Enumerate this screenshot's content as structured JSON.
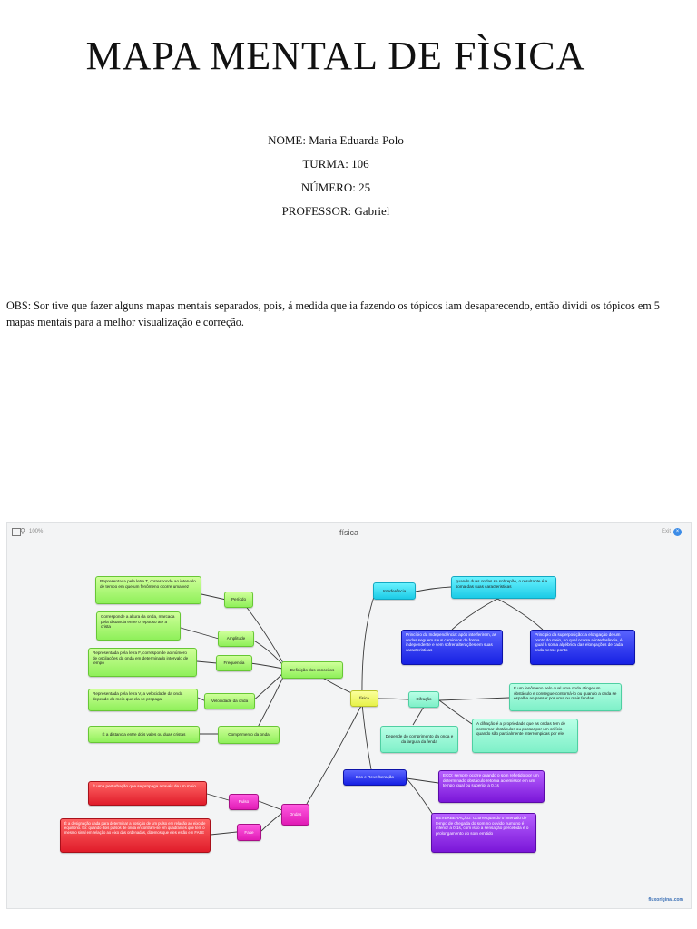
{
  "document": {
    "title": "MAPA MENTAL DE FÌSICA",
    "nome": "NOME: Maria Eduarda Polo",
    "turma": "TURMA: 106",
    "numero": "NÚMERO: 25",
    "professor": "PROFESSOR: Gabriel",
    "obs": "OBS: Sor tive que fazer alguns mapas mentais separados, pois, á medida que ia fazendo os tópicos iam desaparecendo, então dividi os tópicos em 5 mapas mentais para a melhor visualização e correção."
  },
  "mindmap": {
    "window_title": "física",
    "zoom": "100%",
    "exit_label": "Exit",
    "credit": "fluxoriginal.com",
    "nodes": {
      "center": "física",
      "definicao": "Definição dos conceitos",
      "periodo": "Período",
      "periodo_desc": "Representada pela letra T, corresponde ao intervalo de tempo em que um fenômeno ocorre uma vez",
      "amplitude": "Amplitude",
      "amplitude_desc": "Corresponde a altura da onda, marcada pela distancia entre o repouso ate a crista",
      "frequencia": "Frequencia",
      "frequencia_desc": "Representada pela letra F, corresponde ao número de oscilações da onda em determinado intervalo de tempo",
      "velocidade": "Velocidade da onda",
      "velocidade_desc": "Representada pela letra V, a velocidade da onda depende do meio que ela se propaga",
      "comprimento": "Comprimento da onda",
      "comprimento_desc": "É a distancia entre dois vales ou duas cristas",
      "interferencia": "Interferência",
      "interferencia_desc": "quando duas ondas se sobrepõe, o resultante é a soma das suas caracteristicas",
      "independencia": "Princípio da Independência: após interferirem, as ondas seguem seus caminhos de forma independente e sem sofrer alterações em suas caracteristicas",
      "superposicao": "Princípio da superposição: a elongação de um ponto do meio, no qual ocorre a interferência, é igual à soma algébrica das elongações de cada onda nesse ponto",
      "difracao": "Difração",
      "difracao_desc1": "É um fenômeno pelo qual uma onda atinge um obstáculo e consegue contorná-lo ou quando a onda se espalha ao passar por uma ou mais fendas",
      "difracao_desc2": "A difração é a propriedade que as ondas têm de contornar obstáculos ou passar por um orifício quando são parcialmente interrompidas por ele.",
      "difracao_dep": "Depende do comprimento da onda e da largura da fenda",
      "eco": "Eco e Reverberação",
      "eco_desc": "ECO: sempre ocorre quando o som refletido por um determinado obstáculo retorna ao emissor em um tempo igual ou superior a 0,1s",
      "reverb_desc": "REVERBERAÇÃO: Ocorre quando o intervalo de tempo de chegada do som no ouvido humano é inferior a 0,1s, com isso a sensação percebida é o prolongamento do som emitido",
      "ondas": "Ondas",
      "pulso": "Pulso",
      "pulso_desc": "É uma perturbação que se propaga através de um meio",
      "fase": "Fase",
      "fase_desc": "É a designação dada para determinar a posição de um pulso em relação ao eixo de equilíbrio. Ex: quando dois pulsos de onda encontram-se em quadrantes que tem o mesmo sinal em relação ao eixo das ordenadas, dizemos que eles estão em FASE"
    },
    "colors": {
      "light_green": "#8ff05a",
      "yellow": "#e7f24a",
      "cyan": "#1ccbe6",
      "blue": "#1620e3",
      "mint": "#7ef0c8",
      "purple": "#7a16d8",
      "magenta": "#e01bb5",
      "red": "#e01c2a"
    }
  }
}
